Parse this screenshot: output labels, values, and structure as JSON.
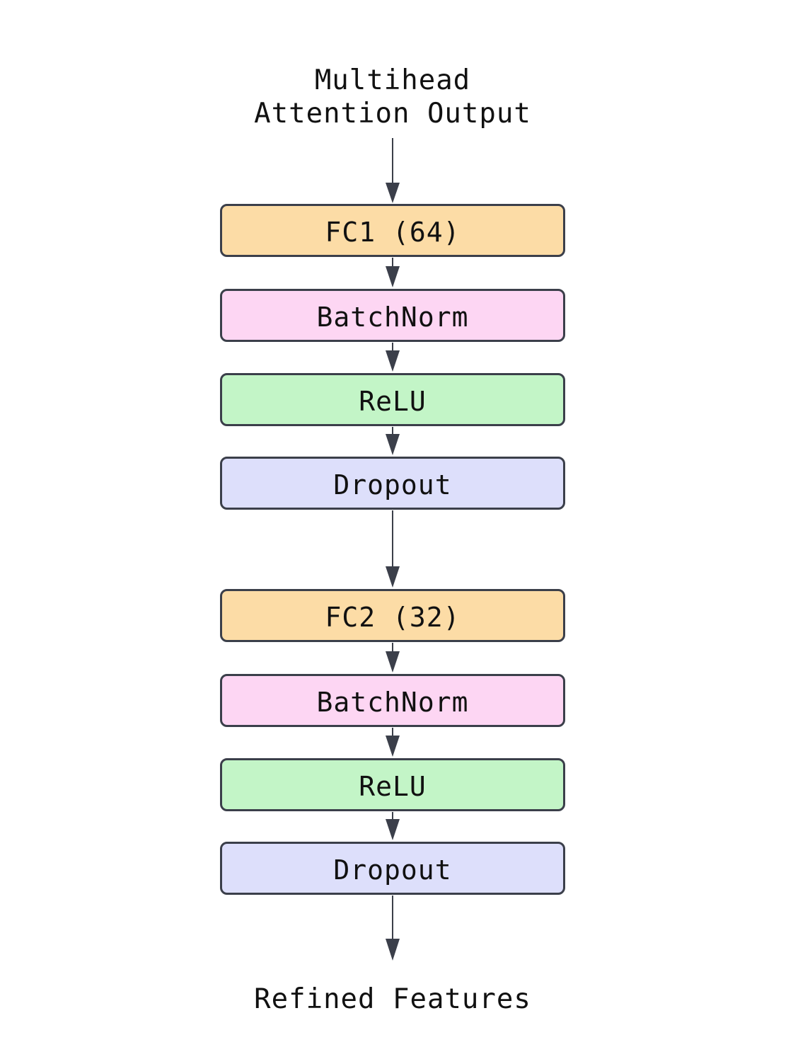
{
  "diagram": {
    "input_label": "Multihead\nAttention Output",
    "output_label": "Refined Features",
    "blocks": [
      {
        "label": "FC1 (64)",
        "kind": "fc"
      },
      {
        "label": "BatchNorm",
        "kind": "batchnorm"
      },
      {
        "label": "ReLU",
        "kind": "relu"
      },
      {
        "label": "Dropout",
        "kind": "dropout"
      },
      {
        "label": "FC2 (32)",
        "kind": "fc"
      },
      {
        "label": "BatchNorm",
        "kind": "batchnorm"
      },
      {
        "label": "ReLU",
        "kind": "relu"
      },
      {
        "label": "Dropout",
        "kind": "dropout"
      }
    ],
    "colors": {
      "fc": "#fcdca6",
      "batchnorm": "#fdd6f3",
      "relu": "#c3f5c7",
      "dropout": "#dddffb",
      "border": "#3b3f4a",
      "arrow": "#3b3f4a"
    }
  }
}
